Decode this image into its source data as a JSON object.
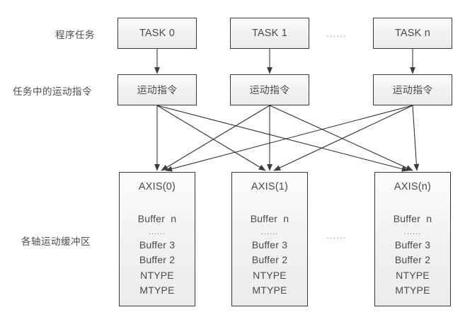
{
  "diagram": {
    "title_row_labels": [
      {
        "id": "program-tasks",
        "text": "程序任务"
      },
      {
        "id": "motion-instructions",
        "text": "任务中的运动指令"
      },
      {
        "id": "axis-motion-buffers",
        "text": "各轴运动缓冲区"
      }
    ],
    "tasks": [
      {
        "id": "task-0",
        "label": "TASK 0"
      },
      {
        "id": "task-1",
        "label": "TASK 1"
      },
      {
        "id": "task-n",
        "label": "TASK n"
      }
    ],
    "instructions": [
      {
        "id": "instr-0",
        "label": "运动指令"
      },
      {
        "id": "instr-1",
        "label": "运动指令"
      },
      {
        "id": "instr-n",
        "label": "运动指令"
      }
    ],
    "axes": [
      {
        "id": "axis-0",
        "title": "AXIS(0)",
        "rows": [
          "Buffer  n",
          "......",
          "Buffer 3",
          "Buffer 2",
          "NTYPE",
          "MTYPE"
        ]
      },
      {
        "id": "axis-1",
        "title": "AXIS(1)",
        "rows": [
          "Buffer  n",
          "......",
          "Buffer 3",
          "Buffer 2",
          "NTYPE",
          "MTYPE"
        ]
      },
      {
        "id": "axis-n",
        "title": "AXIS(n)",
        "rows": [
          "Buffer  n",
          "......",
          "Buffer 3",
          "Buffer 2",
          "NTYPE",
          "MTYPE"
        ]
      }
    ],
    "gap_dots": {
      "task_row": "......",
      "axis_row": "......"
    },
    "colors": {
      "node_border": "#3a3a3a",
      "node_fill_top": "#fcfcfc",
      "node_fill_bottom": "#ececec",
      "text": "#4a4a4a",
      "edge": "#2b2b2b",
      "background": "#ffffff"
    }
  }
}
